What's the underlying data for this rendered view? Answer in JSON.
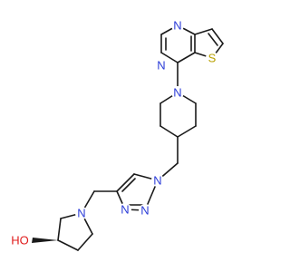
{
  "molecule": {
    "atoms": {
      "n_pyr1": "N",
      "n_pyr2": "N",
      "s_thio": "S",
      "n_pip": "N",
      "n_tri1": "N",
      "n_tri2": "N",
      "n_tri3": "N",
      "n_pyrr": "N",
      "oh": "HO"
    },
    "colors": {
      "nitrogen": "#2b3cd8",
      "sulfur": "#b8a000",
      "oxygen": "#e01c1c",
      "bond": "#1a1a1a"
    }
  }
}
